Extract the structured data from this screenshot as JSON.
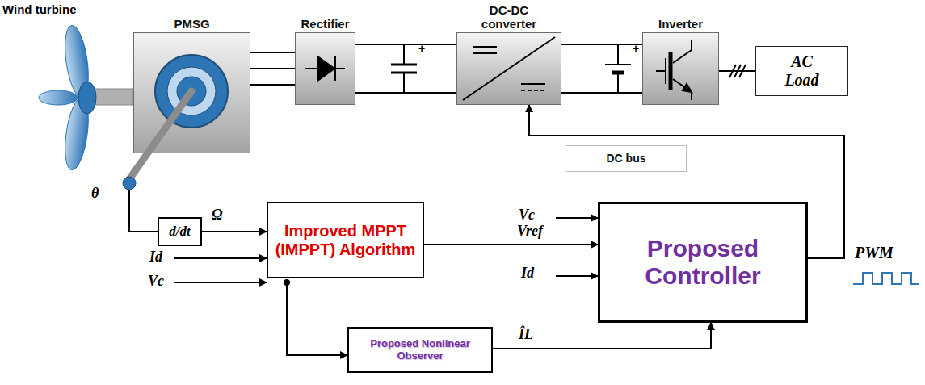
{
  "diagram": {
    "nodes": [
      {
        "text": [
          "PMSG"
        ]
      },
      {
        "text": [
          "Rectifier"
        ]
      },
      {
        "text": [
          "DC-DC converter"
        ]
      },
      {
        "text": [
          "Inverter"
        ]
      },
      {
        "text": [
          "AC Load"
        ]
      },
      {
        "text": [
          "DC bus"
        ]
      },
      {
        "text": [
          "d/dt"
        ]
      },
      {
        "text": [
          "Improved MPPT (IMPPT) Algorithm"
        ]
      },
      {
        "text": [
          "Proposed Controller"
        ]
      },
      {
        "text": [
          "Proposed Nonlinear Observer"
        ]
      }
    ],
    "edges": [
      {
        "from": 0,
        "to": 1,
        "arrow": "none"
      },
      {
        "from": 1,
        "to": 2,
        "arrow": "none"
      },
      {
        "from": 2,
        "to": 3,
        "arrow": "none"
      },
      {
        "from": 3,
        "to": 4,
        "arrow": "none"
      },
      {
        "from": 6,
        "to": 7,
        "label": "Ω",
        "arrow": "to"
      },
      {
        "from": 7,
        "to": 8,
        "label": "Vref",
        "arrow": "to"
      },
      {
        "from": 9,
        "to": 8,
        "label": "ÎL",
        "arrow": "to"
      },
      {
        "from": 8,
        "to": 2,
        "label": "PWM",
        "arrow": "to"
      }
    ],
    "labels": [
      "Wind turbine",
      "θ",
      "Id",
      "Vc",
      "Vc",
      "Id",
      "+",
      "+"
    ]
  }
}
